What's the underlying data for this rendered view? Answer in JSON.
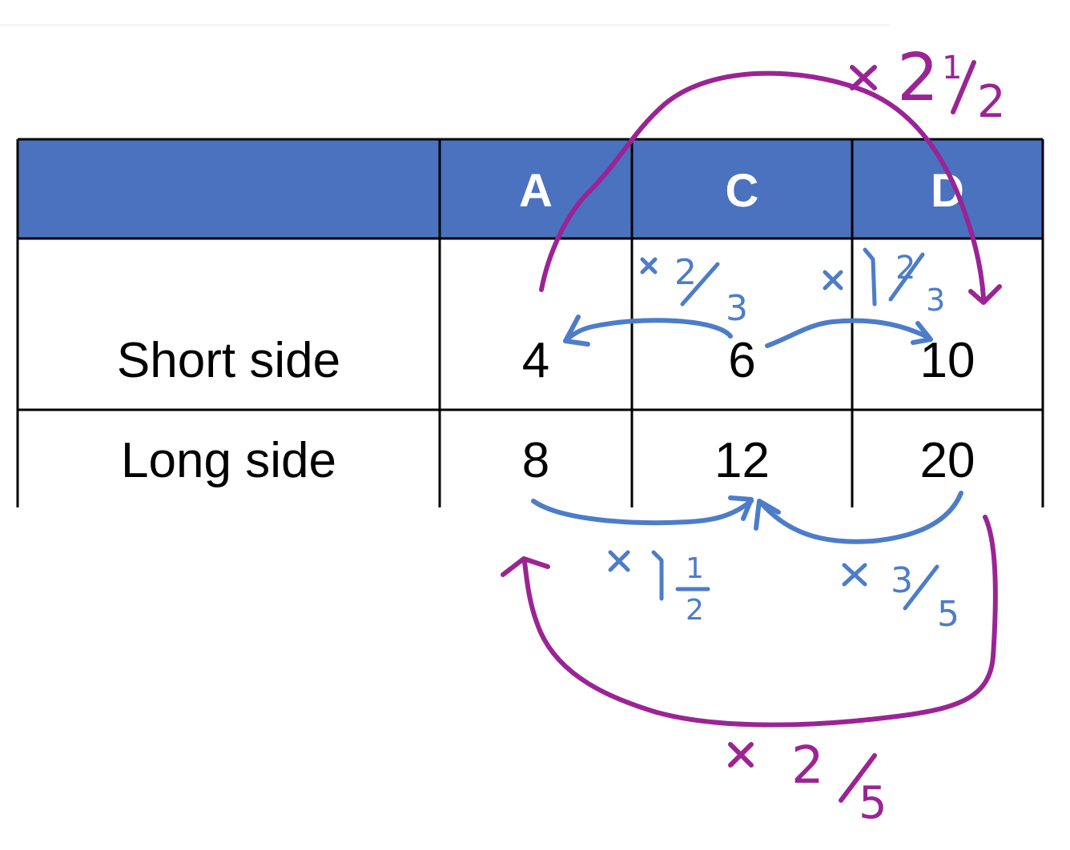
{
  "table": {
    "headers": [
      "",
      "A",
      "C",
      "D"
    ],
    "rows": [
      {
        "label": "Short side",
        "values": [
          "4",
          "6",
          "10"
        ]
      },
      {
        "label": "Long side",
        "values": [
          "8",
          "12",
          "20"
        ]
      }
    ]
  },
  "colors": {
    "header_fill": "#4a72bf",
    "blue_ink": "#4d7cc9",
    "purple_ink": "#9b2495"
  },
  "annotations": {
    "blue": {
      "c_to_a_short": {
        "times": "×",
        "num": "2",
        "den": "3"
      },
      "c_to_d_short": {
        "times": "×",
        "whole": "1",
        "num": "2",
        "den": "3"
      },
      "a_to_c_long": {
        "times": "×",
        "whole": "1",
        "num": "1",
        "den": "2"
      },
      "d_to_c_long": {
        "times": "×",
        "num": "3",
        "den": "5"
      }
    },
    "purple": {
      "a_to_d_short": {
        "times": "×",
        "whole": "2",
        "num": "1",
        "den": "2"
      },
      "d_to_a_long": {
        "times": "×",
        "num": "2",
        "den": "5"
      }
    }
  }
}
